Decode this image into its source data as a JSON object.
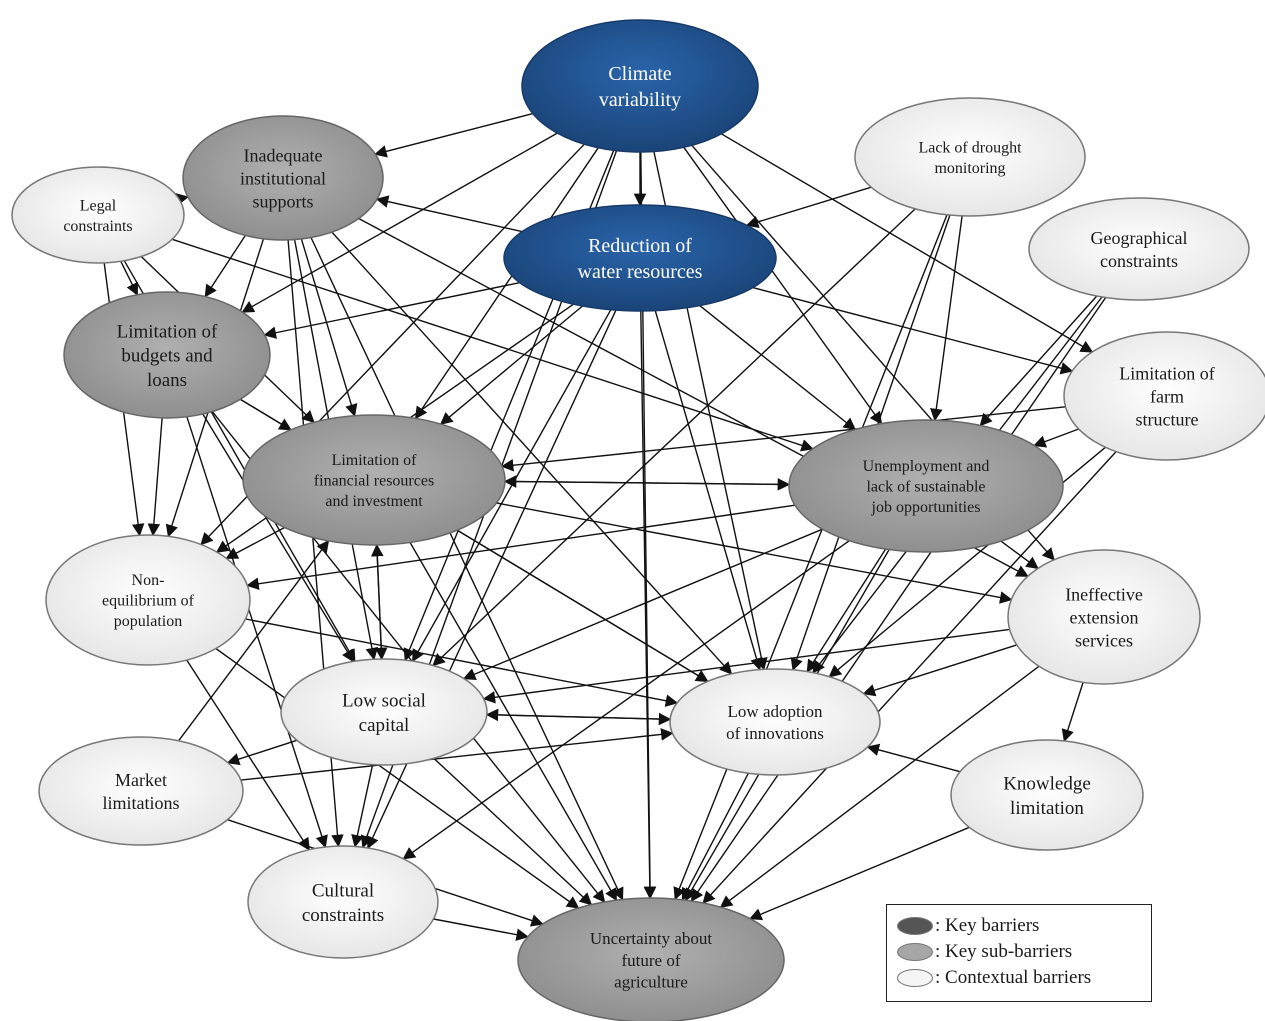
{
  "colors": {
    "key": "#1f4e8c",
    "key_stroke": "#173a6a",
    "sub": "#9a9a9a",
    "sub_stroke": "#666666",
    "context": "#f2f2f2",
    "context_stroke": "#777777",
    "legend_key": "#555555",
    "legend_sub": "#a6a6a6",
    "legend_context": "#f5f5f5"
  },
  "nodes": [
    {
      "id": "climate",
      "type": "key",
      "lines": [
        "Climate",
        "variability"
      ]
    },
    {
      "id": "water",
      "type": "key",
      "lines": [
        "Reduction of",
        "water resources"
      ]
    },
    {
      "id": "inst",
      "type": "sub",
      "lines": [
        "Inadequate",
        "institutional",
        "supports"
      ]
    },
    {
      "id": "legal",
      "type": "context",
      "lines": [
        "Legal",
        "constraints"
      ]
    },
    {
      "id": "budget",
      "type": "sub",
      "lines": [
        "Limitation of",
        "budgets and",
        "loans"
      ]
    },
    {
      "id": "fin",
      "type": "sub",
      "lines": [
        "Limitation of",
        "financial resources",
        "and investment"
      ]
    },
    {
      "id": "unemp",
      "type": "sub",
      "lines": [
        "Unemployment and",
        "lack of sustainable",
        "job opportunities"
      ]
    },
    {
      "id": "drought",
      "type": "context",
      "lines": [
        "Lack of drought",
        "monitoring"
      ]
    },
    {
      "id": "geo",
      "type": "context",
      "lines": [
        "Geographical",
        "constraints"
      ]
    },
    {
      "id": "farm",
      "type": "context",
      "lines": [
        "Limitation of",
        "farm",
        "structure"
      ]
    },
    {
      "id": "pop",
      "type": "context",
      "lines": [
        "Non-",
        "equilibrium of",
        "population"
      ]
    },
    {
      "id": "social",
      "type": "context",
      "lines": [
        "Low social",
        "capital"
      ]
    },
    {
      "id": "innov",
      "type": "context",
      "lines": [
        "Low adoption",
        "of innovations"
      ]
    },
    {
      "id": "ext",
      "type": "context",
      "lines": [
        "Ineffective",
        "extension",
        "services"
      ]
    },
    {
      "id": "market",
      "type": "context",
      "lines": [
        "Market",
        "limitations"
      ]
    },
    {
      "id": "know",
      "type": "context",
      "lines": [
        "Knowledge",
        "limitation"
      ]
    },
    {
      "id": "cult",
      "type": "context",
      "lines": [
        "Cultural",
        "constraints"
      ]
    },
    {
      "id": "uncert",
      "type": "sub",
      "lines": [
        "Uncertainty about",
        "future of",
        "agriculture"
      ]
    }
  ],
  "edges": [
    [
      "climate",
      "inst"
    ],
    [
      "climate",
      "water"
    ],
    [
      "climate",
      "budget"
    ],
    [
      "climate",
      "fin"
    ],
    [
      "climate",
      "pop"
    ],
    [
      "climate",
      "social"
    ],
    [
      "climate",
      "innov"
    ],
    [
      "climate",
      "unemp"
    ],
    [
      "climate",
      "farm"
    ],
    [
      "climate",
      "ext"
    ],
    [
      "climate",
      "uncert"
    ],
    [
      "climate",
      "cult"
    ],
    [
      "water",
      "inst"
    ],
    [
      "water",
      "budget"
    ],
    [
      "water",
      "fin"
    ],
    [
      "water",
      "unemp"
    ],
    [
      "water",
      "social"
    ],
    [
      "water",
      "innov"
    ],
    [
      "water",
      "uncert"
    ],
    [
      "water",
      "farm"
    ],
    [
      "water",
      "pop"
    ],
    [
      "water",
      "cult"
    ],
    [
      "drought",
      "water"
    ],
    [
      "drought",
      "unemp"
    ],
    [
      "drought",
      "innov"
    ],
    [
      "drought",
      "uncert"
    ],
    [
      "drought",
      "social"
    ],
    [
      "geo",
      "unemp"
    ],
    [
      "geo",
      "innov"
    ],
    [
      "geo",
      "uncert"
    ],
    [
      "farm",
      "unemp"
    ],
    [
      "farm",
      "innov"
    ],
    [
      "farm",
      "uncert"
    ],
    [
      "farm",
      "fin"
    ],
    [
      "legal",
      "inst"
    ],
    [
      "legal",
      "budget"
    ],
    [
      "legal",
      "fin"
    ],
    [
      "legal",
      "pop"
    ],
    [
      "legal",
      "unemp"
    ],
    [
      "legal",
      "social"
    ],
    [
      "inst",
      "budget"
    ],
    [
      "inst",
      "fin"
    ],
    [
      "inst",
      "pop"
    ],
    [
      "inst",
      "social"
    ],
    [
      "inst",
      "innov"
    ],
    [
      "inst",
      "uncert"
    ],
    [
      "inst",
      "cult"
    ],
    [
      "inst",
      "ext"
    ],
    [
      "budget",
      "fin"
    ],
    [
      "budget",
      "pop"
    ],
    [
      "budget",
      "social"
    ],
    [
      "budget",
      "innov"
    ],
    [
      "budget",
      "uncert"
    ],
    [
      "budget",
      "cult"
    ],
    [
      "fin",
      "unemp"
    ],
    [
      "fin",
      "innov"
    ],
    [
      "fin",
      "uncert"
    ],
    [
      "fin",
      "social"
    ],
    [
      "fin",
      "ext"
    ],
    [
      "fin",
      "pop"
    ],
    [
      "unemp",
      "fin"
    ],
    [
      "unemp",
      "pop"
    ],
    [
      "unemp",
      "social"
    ],
    [
      "unemp",
      "innov"
    ],
    [
      "unemp",
      "uncert"
    ],
    [
      "unemp",
      "ext"
    ],
    [
      "unemp",
      "cult"
    ],
    [
      "pop",
      "cult"
    ],
    [
      "pop",
      "uncert"
    ],
    [
      "pop",
      "innov"
    ],
    [
      "social",
      "fin"
    ],
    [
      "social",
      "innov"
    ],
    [
      "social",
      "uncert"
    ],
    [
      "social",
      "cult"
    ],
    [
      "social",
      "market"
    ],
    [
      "market",
      "innov"
    ],
    [
      "market",
      "fin"
    ],
    [
      "market",
      "uncert"
    ],
    [
      "ext",
      "know"
    ],
    [
      "ext",
      "innov"
    ],
    [
      "ext",
      "uncert"
    ],
    [
      "ext",
      "social"
    ],
    [
      "know",
      "innov"
    ],
    [
      "know",
      "uncert"
    ],
    [
      "innov",
      "uncert"
    ],
    [
      "innov",
      "social"
    ],
    [
      "cult",
      "uncert"
    ]
  ],
  "legend": {
    "key": ": Key barriers",
    "sub": ": Key sub-barriers",
    "context": ": Contextual barriers"
  }
}
